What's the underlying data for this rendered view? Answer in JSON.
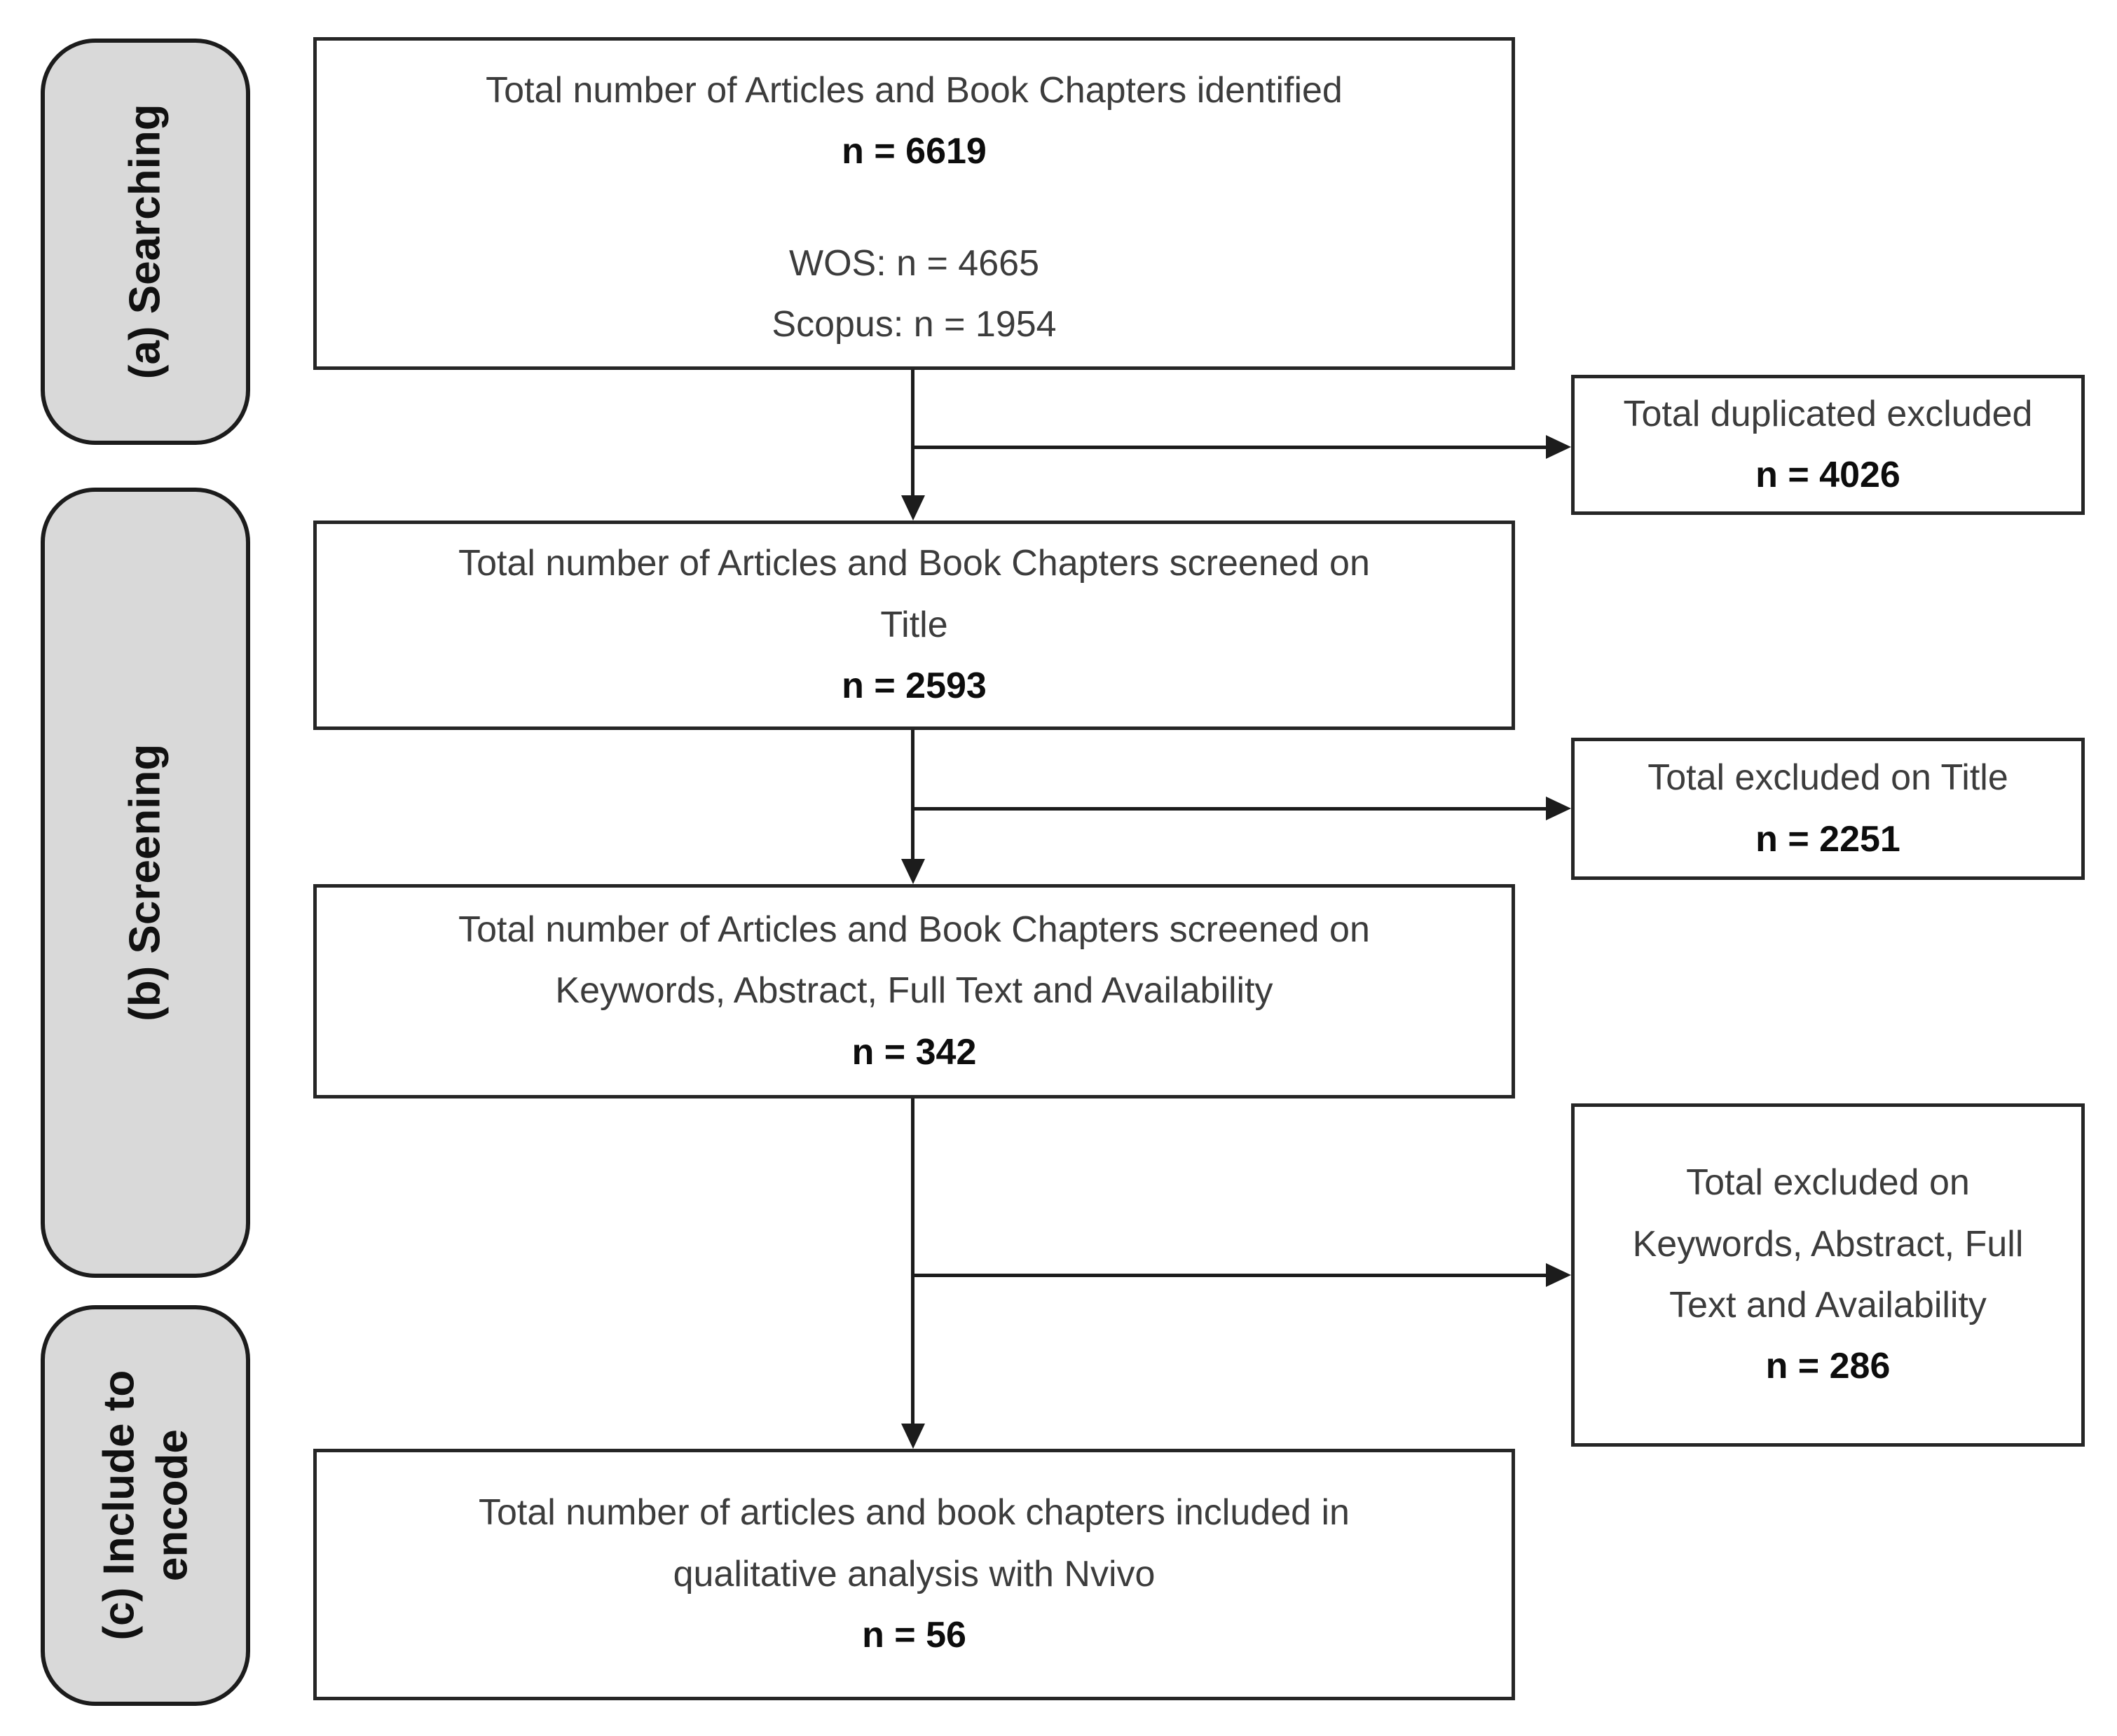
{
  "stages": [
    {
      "label_lines": [
        "(a) Searching"
      ]
    },
    {
      "label_lines": [
        "(b) Screening"
      ]
    },
    {
      "label_lines": [
        "(c) Include to",
        "encode"
      ]
    }
  ],
  "flow": [
    {
      "lines": [
        "Total number of Articles and Book Chapters identified"
      ],
      "count": "n = 6619",
      "sources": [
        "WOS: n = 4665",
        "Scopus: n =  1954"
      ]
    },
    {
      "lines": [
        "Total number of Articles and Book Chapters screened on",
        "Title"
      ],
      "count": "n = 2593"
    },
    {
      "lines": [
        "Total number of Articles and Book Chapters screened on",
        "Keywords, Abstract, Full Text and Availability"
      ],
      "count": "n = 342"
    },
    {
      "lines": [
        "Total number of articles and book chapters included in",
        "qualitative analysis with Nvivo"
      ],
      "count": "n = 56"
    }
  ],
  "exclusions": [
    {
      "lines": [
        "Total duplicated excluded"
      ],
      "count": "n = 4026"
    },
    {
      "lines": [
        "Total excluded on Title"
      ],
      "count": "n = 2251"
    },
    {
      "lines": [
        "Total excluded on",
        "Keywords, Abstract, Full",
        "Text and Availability"
      ],
      "count": "n = 286"
    }
  ],
  "colors": {
    "stage_fill": "#d9d9d9",
    "box_border": "#262626",
    "line_color": "#1c1c1c",
    "text": "#3c3c3c",
    "count_text": "#0d0d0d"
  }
}
